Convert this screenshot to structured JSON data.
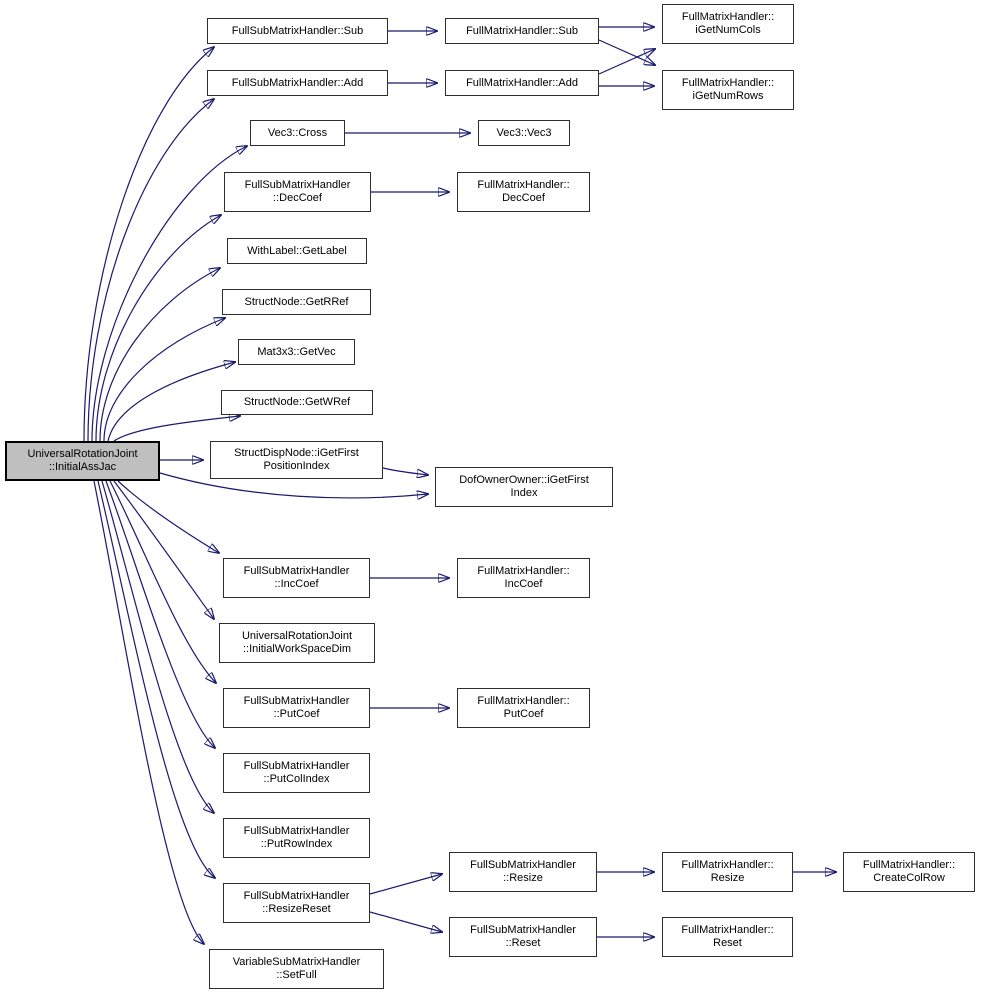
{
  "diagram": {
    "type": "doxygen-call-graph",
    "root_function": "UniversalRotationJoint::InitialAssJac",
    "colors": {
      "edge": "#191970",
      "node_fill": "#ffffff",
      "root_fill": "#bfbfbf",
      "border": "#2e2e2e",
      "text": "#000000"
    }
  },
  "nodes": {
    "initialassjac": {
      "line1": "UniversalRotationJoint",
      "line2": "::InitialAssJac"
    },
    "fullsub_sub": {
      "line1": "FullSubMatrixHandler::Sub"
    },
    "fullsub_add": {
      "line1": "FullSubMatrixHandler::Add"
    },
    "vec3_cross": {
      "line1": "Vec3::Cross"
    },
    "fullsub_deccoef": {
      "line1": "FullSubMatrixHandler",
      "line2": "::DecCoef"
    },
    "withlabel_getlabel": {
      "line1": "WithLabel::GetLabel"
    },
    "structnode_getrref": {
      "line1": "StructNode::GetRRef"
    },
    "mat3x3_getvec": {
      "line1": "Mat3x3::GetVec"
    },
    "structnode_getwref": {
      "line1": "StructNode::GetWRef"
    },
    "structdispnode_igetfirstpositionindex": {
      "line1": "StructDispNode::iGetFirst",
      "line2": "PositionIndex"
    },
    "fullsub_inccoef": {
      "line1": "FullSubMatrixHandler",
      "line2": "::IncCoef"
    },
    "initialworkspacedim": {
      "line1": "UniversalRotationJoint",
      "line2": "::InitialWorkSpaceDim"
    },
    "fullsub_putcoef": {
      "line1": "FullSubMatrixHandler",
      "line2": "::PutCoef"
    },
    "fullsub_putcolindex": {
      "line1": "FullSubMatrixHandler",
      "line2": "::PutColIndex"
    },
    "fullsub_putrowindex": {
      "line1": "FullSubMatrixHandler",
      "line2": "::PutRowIndex"
    },
    "fullsub_resizereset": {
      "line1": "FullSubMatrixHandler",
      "line2": "::ResizeReset"
    },
    "variablesub_setfull": {
      "line1": "VariableSubMatrixHandler",
      "line2": "::SetFull"
    },
    "fullmat_sub": {
      "line1": "FullMatrixHandler::Sub"
    },
    "fullmat_add": {
      "line1": "FullMatrixHandler::Add"
    },
    "vec3_vec3": {
      "line1": "Vec3::Vec3"
    },
    "fullmat_deccoef": {
      "line1": "FullMatrixHandler::",
      "line2": "DecCoef"
    },
    "dofownerowner_igetfirstindex": {
      "line1": "DofOwnerOwner::iGetFirst",
      "line2": "Index"
    },
    "fullmat_inccoef": {
      "line1": "FullMatrixHandler::",
      "line2": "IncCoef"
    },
    "fullmat_putcoef": {
      "line1": "FullMatrixHandler::",
      "line2": "PutCoef"
    },
    "fullsub_resize": {
      "line1": "FullSubMatrixHandler",
      "line2": "::Resize"
    },
    "fullsub_reset": {
      "line1": "FullSubMatrixHandler",
      "line2": "::Reset"
    },
    "fullmat_igetnumcols": {
      "line1": "FullMatrixHandler::",
      "line2": "iGetNumCols"
    },
    "fullmat_igetnumrows": {
      "line1": "FullMatrixHandler::",
      "line2": "iGetNumRows"
    },
    "fullmat_resize": {
      "line1": "FullMatrixHandler::",
      "line2": "Resize"
    },
    "fullmat_reset": {
      "line1": "FullMatrixHandler::",
      "line2": "Reset"
    },
    "fullmat_createcolrow": {
      "line1": "FullMatrixHandler::",
      "line2": "CreateColRow"
    }
  },
  "edges": [
    {
      "from": "initialassjac",
      "to": "fullsub_sub"
    },
    {
      "from": "initialassjac",
      "to": "fullsub_add"
    },
    {
      "from": "initialassjac",
      "to": "vec3_cross"
    },
    {
      "from": "initialassjac",
      "to": "fullsub_deccoef"
    },
    {
      "from": "initialassjac",
      "to": "withlabel_getlabel"
    },
    {
      "from": "initialassjac",
      "to": "structnode_getrref"
    },
    {
      "from": "initialassjac",
      "to": "mat3x3_getvec"
    },
    {
      "from": "initialassjac",
      "to": "structnode_getwref"
    },
    {
      "from": "initialassjac",
      "to": "structdispnode_igetfirstpositionindex"
    },
    {
      "from": "initialassjac",
      "to": "dofownerowner_igetfirstindex"
    },
    {
      "from": "initialassjac",
      "to": "fullsub_inccoef"
    },
    {
      "from": "initialassjac",
      "to": "initialworkspacedim"
    },
    {
      "from": "initialassjac",
      "to": "fullsub_putcoef"
    },
    {
      "from": "initialassjac",
      "to": "fullsub_putcolindex"
    },
    {
      "from": "initialassjac",
      "to": "fullsub_putrowindex"
    },
    {
      "from": "initialassjac",
      "to": "fullsub_resizereset"
    },
    {
      "from": "initialassjac",
      "to": "variablesub_setfull"
    },
    {
      "from": "structdispnode_igetfirstpositionindex",
      "to": "dofownerowner_igetfirstindex"
    },
    {
      "from": "fullsub_sub",
      "to": "fullmat_sub"
    },
    {
      "from": "fullsub_add",
      "to": "fullmat_add"
    },
    {
      "from": "fullmat_sub",
      "to": "fullmat_igetnumcols"
    },
    {
      "from": "fullmat_sub",
      "to": "fullmat_igetnumrows"
    },
    {
      "from": "fullmat_add",
      "to": "fullmat_igetnumcols"
    },
    {
      "from": "fullmat_add",
      "to": "fullmat_igetnumrows"
    },
    {
      "from": "vec3_cross",
      "to": "vec3_vec3"
    },
    {
      "from": "fullsub_deccoef",
      "to": "fullmat_deccoef"
    },
    {
      "from": "fullsub_inccoef",
      "to": "fullmat_inccoef"
    },
    {
      "from": "fullsub_putcoef",
      "to": "fullmat_putcoef"
    },
    {
      "from": "fullsub_resizereset",
      "to": "fullsub_resize"
    },
    {
      "from": "fullsub_resizereset",
      "to": "fullsub_reset"
    },
    {
      "from": "fullsub_resize",
      "to": "fullmat_resize"
    },
    {
      "from": "fullmat_resize",
      "to": "fullmat_createcolrow"
    },
    {
      "from": "fullsub_reset",
      "to": "fullmat_reset"
    }
  ]
}
